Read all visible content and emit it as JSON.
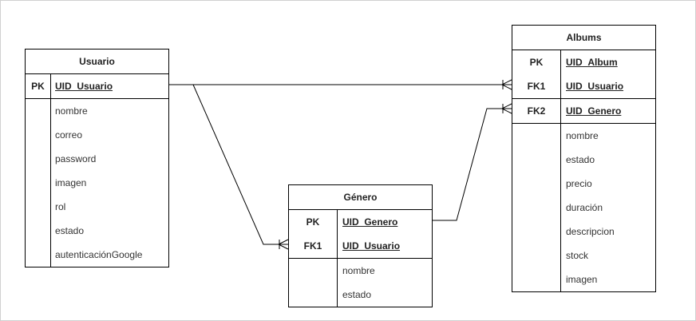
{
  "diagram": {
    "tables": {
      "usuario": {
        "title": "Usuario",
        "pk_rows": [
          {
            "key": "PK",
            "field": "UID_Usuario"
          }
        ],
        "fields": [
          "nombre",
          "correo",
          "password",
          "imagen",
          "rol",
          "estado",
          "autenticaciónGoogle"
        ]
      },
      "genero": {
        "title": "Género",
        "pk_rows": [
          {
            "key": "PK",
            "field": "UID_Genero"
          },
          {
            "key": "FK1",
            "field": "UID_Usuario"
          }
        ],
        "fields": [
          "nombre",
          "estado"
        ]
      },
      "albums": {
        "title": "Albums",
        "pk_rows": [
          {
            "key": "PK",
            "field": "UID_Album"
          },
          {
            "key": "FK1",
            "field": "UID_Usuario"
          }
        ],
        "fk_rows": [
          {
            "key": "FK2",
            "field": "UID_Genero"
          }
        ],
        "fields": [
          "nombre",
          "estado",
          "precio",
          "duración",
          "descripcion",
          "stock",
          "imagen"
        ]
      }
    },
    "relationships": [
      {
        "from": "Usuario.UID_Usuario",
        "to": "Albums.UID_Usuario",
        "notation": "one-to-many"
      },
      {
        "from": "Usuario.UID_Usuario",
        "to": "Género.UID_Usuario",
        "notation": "one-to-many"
      },
      {
        "from": "Género.UID_Genero",
        "to": "Albums.UID_Genero",
        "notation": "one-to-many"
      }
    ],
    "colors": {
      "line": "#000000",
      "background": "#ffffff",
      "border": "#d0d0d0"
    }
  }
}
